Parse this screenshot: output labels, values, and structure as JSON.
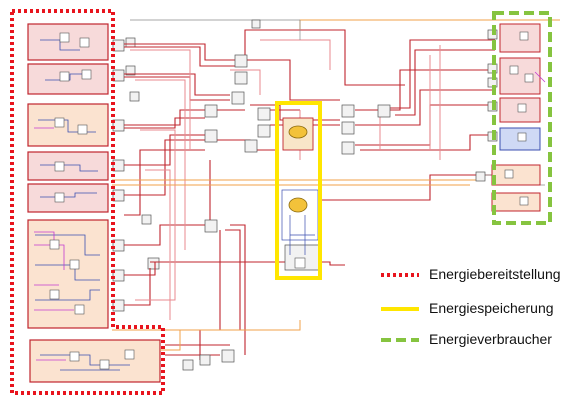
{
  "legend": {
    "items": [
      {
        "label": "Energiebereitstellung",
        "color": "#e8141d",
        "style": "dotted"
      },
      {
        "label": "Energiespeicherung",
        "color": "#ffe600",
        "style": "solid"
      },
      {
        "label": "Energieverbraucher",
        "color": "#86c440",
        "style": "dashed"
      }
    ]
  },
  "colors": {
    "wire_main": "#c0252e",
    "wire_light": "#e88a8f",
    "wire_orange": "#f0a24a",
    "wire_blue": "#3b4fb0",
    "wire_magenta": "#c23ad1",
    "wire_gray": "#8a8a8a",
    "box_fill": "#f7dada",
    "box_fill_orange": "#fbe3d0",
    "box_fill_blue": "#cfd9f5"
  }
}
